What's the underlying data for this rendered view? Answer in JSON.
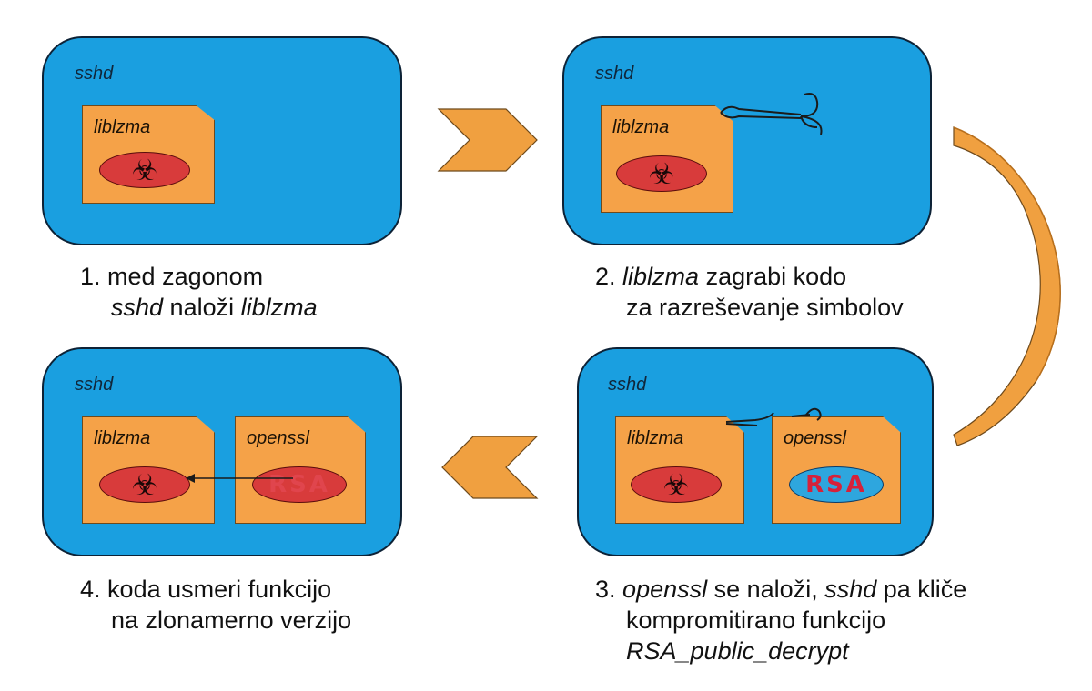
{
  "panels": [
    {
      "label": "sshd",
      "files": [
        {
          "label": "liblzma"
        }
      ]
    },
    {
      "label": "sshd",
      "files": [
        {
          "label": "liblzma"
        }
      ]
    },
    {
      "label": "sshd",
      "files": [
        {
          "label": "liblzma"
        },
        {
          "label": "openssl",
          "badge": "RSA"
        }
      ]
    },
    {
      "label": "sshd",
      "files": [
        {
          "label": "liblzma"
        },
        {
          "label": "openssl",
          "badge": "RSA"
        }
      ]
    }
  ],
  "captions": {
    "step1": {
      "num": "1.",
      "a": "med zagonom",
      "b_i": "sshd",
      "b_mid": " naloži ",
      "b_i2": "liblzma"
    },
    "step2": {
      "num": "2.",
      "a_i": "liblzma",
      "a_rest": " zagrabi kodo",
      "b": "za razreševanje simbolov"
    },
    "step3": {
      "num": "3.",
      "a_i": "openssl",
      "a_mid": " se naloži, ",
      "a_i2": "sshd",
      "a_rest": " pa kliče",
      "b": "kompromitirano funkcijo",
      "c_i": "RSA_public_decrypt"
    },
    "step4": {
      "num": "4.",
      "a": "koda usmeri funkcijo",
      "b": "na zlonamerno verzijo"
    }
  },
  "colors": {
    "panel": "#1a9fe0",
    "file": "#f5a248",
    "arrow": "#f0a040",
    "biohazard_oval": "#d83b3b",
    "rsa_oval": "#2ea6de"
  },
  "icons": {
    "biohazard": "biohazard-icon",
    "hook": "hook-icon"
  }
}
